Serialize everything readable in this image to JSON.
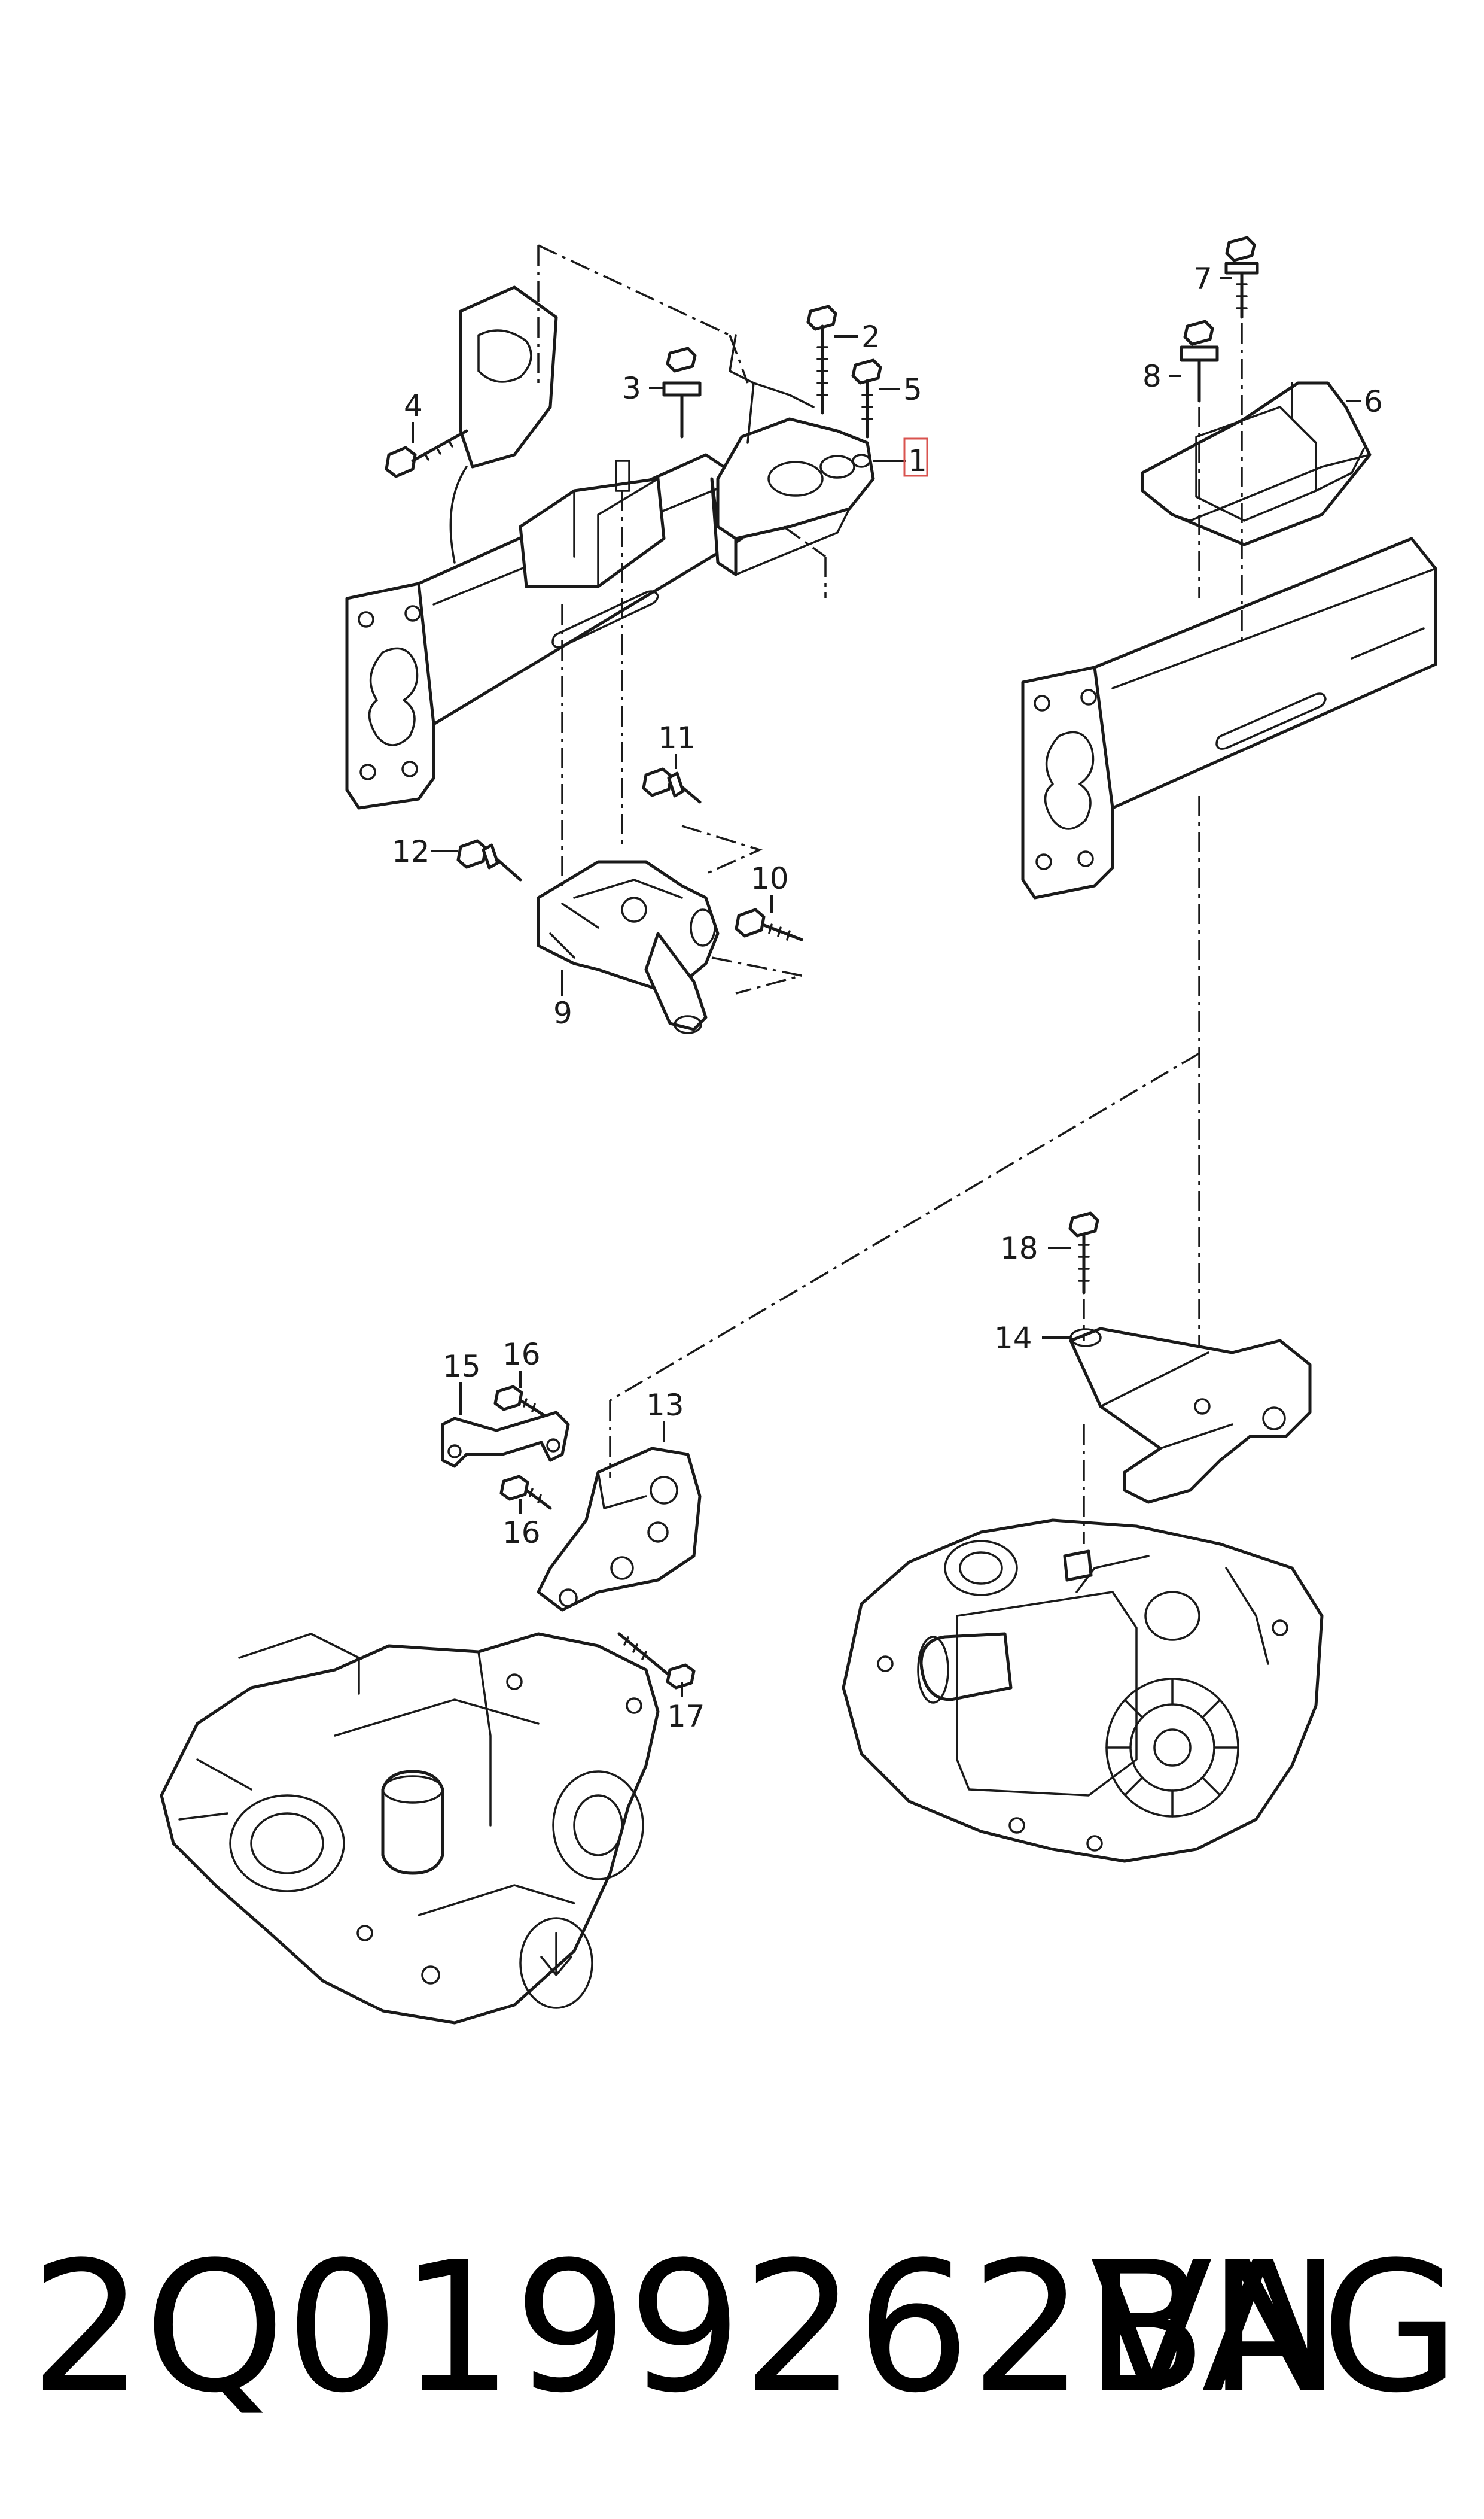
{
  "callouts": {
    "c1": "1",
    "c2": "2",
    "c3": "3",
    "c4": "4",
    "c5": "5",
    "c6": "6",
    "c7": "7",
    "c8": "8",
    "c9": "9",
    "c10": "10",
    "c11": "11",
    "c12": "12",
    "c13": "13",
    "c14": "14",
    "c15": "15",
    "c16a": "16",
    "c16b": "16",
    "c17": "17",
    "c18": "18"
  },
  "highlighted_callout": "1",
  "caption": {
    "part_number": "2Q0199262BN",
    "brand": "VAG"
  },
  "colors": {
    "line": "#1a1a1a",
    "highlight_box": "#d9534f",
    "background": "#ffffff"
  }
}
